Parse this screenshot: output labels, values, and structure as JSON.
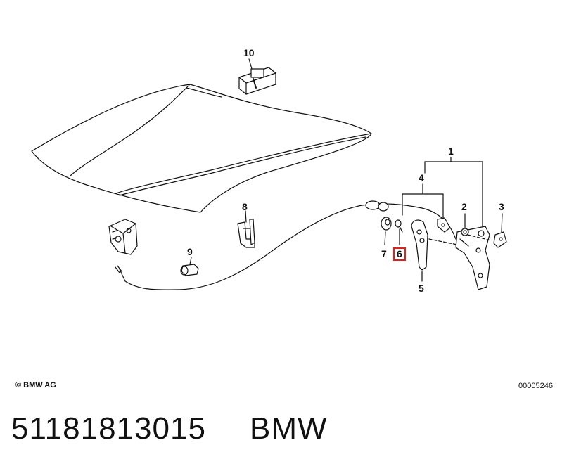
{
  "diagram": {
    "callouts": [
      {
        "key": "c1",
        "label": "1"
      },
      {
        "key": "c2",
        "label": "2"
      },
      {
        "key": "c3",
        "label": "3"
      },
      {
        "key": "c4",
        "label": "4"
      },
      {
        "key": "c5",
        "label": "5"
      },
      {
        "key": "c6",
        "label": "6",
        "highlighted": true
      },
      {
        "key": "c7",
        "label": "7"
      },
      {
        "key": "c8",
        "label": "8"
      },
      {
        "key": "c9",
        "label": "9"
      },
      {
        "key": "c10",
        "label": "10"
      }
    ],
    "highlight_color": "#e0201a",
    "line_color": "#111111"
  },
  "footer": {
    "copyright": "© BMW AG",
    "drawing_number": "00005246"
  },
  "caption": {
    "part_number": "51181813015",
    "brand": "BMW"
  }
}
